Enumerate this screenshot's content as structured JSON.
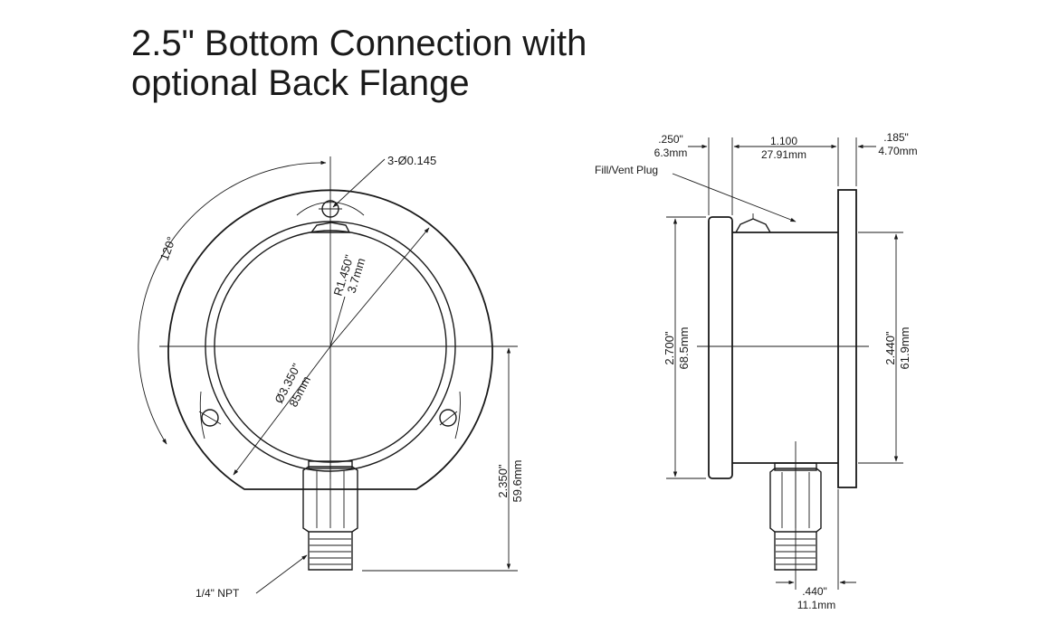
{
  "title": {
    "line1": "2.5\" Bottom Connection with",
    "line2": "optional Back Flange"
  },
  "front_view": {
    "hole_callout": "3-Ø0.145",
    "angle": "120°",
    "radius_in": "R1.450\"",
    "radius_mm": "3.7mm",
    "diameter_in": "Ø3.350\"",
    "diameter_mm": "85mm",
    "height_in": "2.350\"",
    "height_mm": "59.6mm",
    "thread": "1/4\" NPT"
  },
  "side_view": {
    "flange_gap_in": ".250\"",
    "flange_gap_mm": "6.3mm",
    "case_depth_in": "1.100",
    "case_depth_mm": "27.91mm",
    "flange_thk_in": ".185\"",
    "flange_thk_mm": "4.70mm",
    "plug_label": "Fill/Vent Plug",
    "overall_h_in": "2.700\"",
    "overall_h_mm": "68.5mm",
    "flange_h_in": "2.440\"",
    "flange_h_mm": "61.9mm",
    "stem_offset_in": ".440\"",
    "stem_offset_mm": "11.1mm"
  }
}
